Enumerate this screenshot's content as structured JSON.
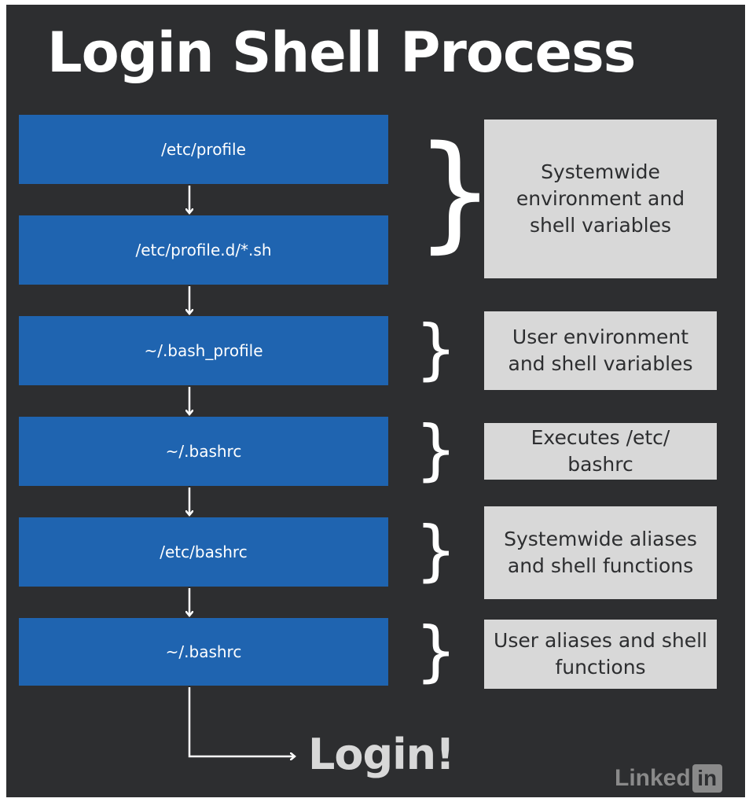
{
  "title": "Login Shell Process",
  "steps": [
    "/etc/profile",
    "/etc/profile.d/*.sh",
    "~/.bash_profile",
    "~/.bashrc",
    "/etc/bashrc",
    "~/.bashrc"
  ],
  "descriptions": [
    "Systemwide environment and shell variables",
    "User environment and shell variables",
    "Executes /etc/ bashrc",
    "Systemwide aliases and shell functions",
    "User aliases and shell functions"
  ],
  "final": "Login!",
  "logo": {
    "text": "Linked",
    "badge": "in"
  },
  "colors": {
    "background": "#2d2e30",
    "step_box": "#1f64b0",
    "description_box": "#d8d8d8",
    "text_light": "#ffffff"
  }
}
